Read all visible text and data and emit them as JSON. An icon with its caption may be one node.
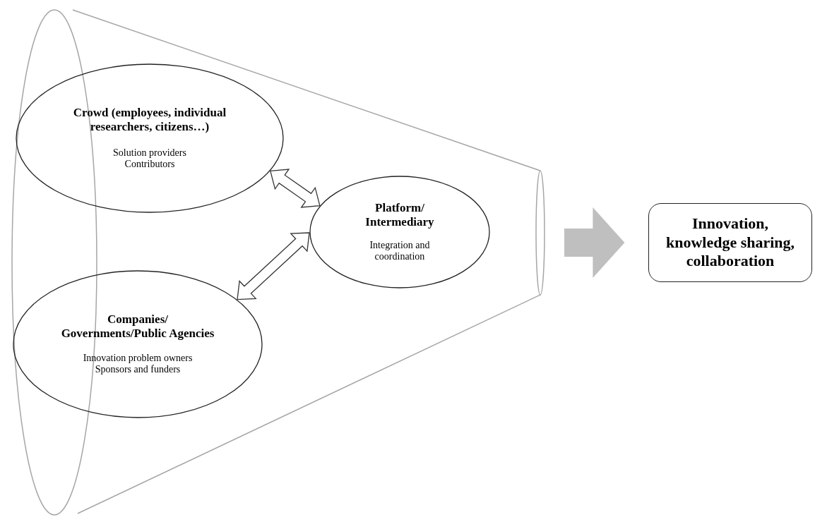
{
  "diagram": {
    "nodes": [
      {
        "text": [],
        "shape": "funnel"
      },
      {
        "text": [
          "Crowd (employees, individual researchers, citizens…)",
          "Solution providers Contributors"
        ],
        "in": 0
      },
      {
        "text": [
          "Companies/ Governments/Public Agencies",
          "Innovation problem owners Sponsors and funders"
        ],
        "in": 0
      },
      {
        "text": [
          "Platform/ Intermediary",
          "Integration and coordination"
        ],
        "in": 0
      },
      {
        "text": [
          "Innovation, knowledge sharing, collaboration"
        ]
      }
    ],
    "edges": [
      {
        "from": 1,
        "to": 3,
        "arrow": "both",
        "style": "thick"
      },
      {
        "from": 2,
        "to": 3,
        "arrow": "both",
        "style": "thick"
      },
      {
        "from": 0,
        "to": 4,
        "arrow": "to",
        "style": "thick",
        "color": "#bfbfbf"
      }
    ]
  }
}
